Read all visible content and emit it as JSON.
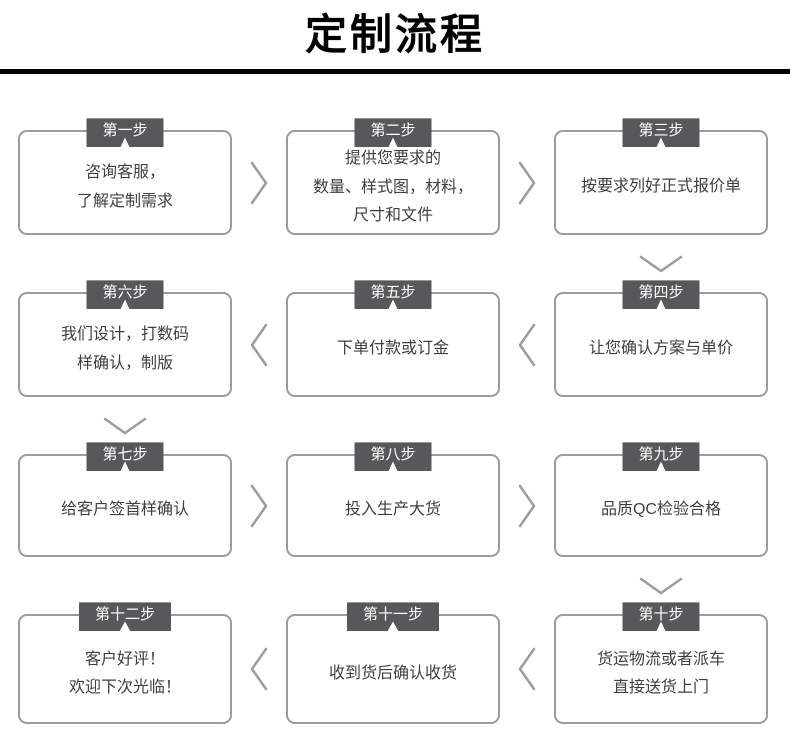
{
  "page": {
    "title": "定制流程"
  },
  "steps": [
    {
      "tag": "第一步",
      "text": "咨询客服，\n了解定制需求"
    },
    {
      "tag": "第二步",
      "text": "提供您要求的\n数量、样式图，材料，\n尺寸和文件"
    },
    {
      "tag": "第三步",
      "text": "按要求列好正式报价单"
    },
    {
      "tag": "第四步",
      "text": "让您确认方案与单价"
    },
    {
      "tag": "第五步",
      "text": "下单付款或订金"
    },
    {
      "tag": "第六步",
      "text": "我们设计，打数码\n样确认，制版"
    },
    {
      "tag": "第七步",
      "text": "给客户签首样确认"
    },
    {
      "tag": "第八步",
      "text": "投入生产大货"
    },
    {
      "tag": "第九步",
      "text": "品质QC检验合格"
    },
    {
      "tag": "第十步",
      "text": "货运物流或者派车\n直接送货上门"
    },
    {
      "tag": "第十一步",
      "text": "收到货后确认收货"
    },
    {
      "tag": "第十二步",
      "text": "客户好评！\n欢迎下次光临！"
    }
  ],
  "icons": {
    "chevron-right-icon": "❯",
    "chevron-left-icon": "❮",
    "chevron-down-icon": "⌄"
  },
  "colors": {
    "tag_bg": "#57585a",
    "tag_text": "#ffffff",
    "box_border": "#9b9b9b",
    "arrow": "#9c9c9c",
    "title": "#000000",
    "body_text": "#3f3f3f"
  }
}
